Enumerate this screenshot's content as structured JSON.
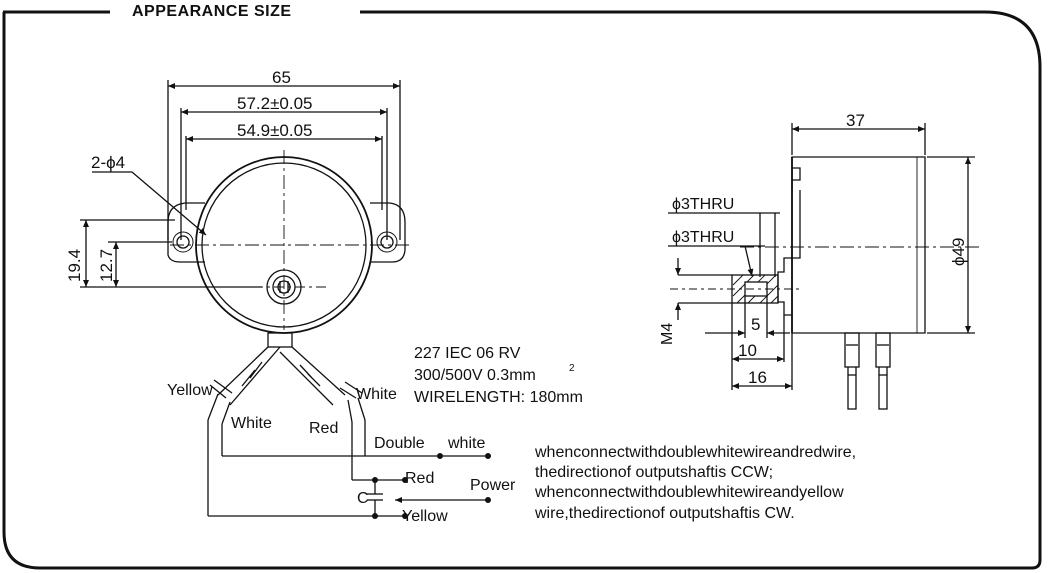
{
  "section_title": "APPEARANCE SIZE",
  "front_view": {
    "dim_overall_width": "65",
    "dim_hole_span": "57.2±0.05",
    "dim_body_span": "54.9±0.05",
    "dim_holes": "2-ϕ4",
    "dim_height_1": "19.4",
    "dim_height_2": "12.7"
  },
  "side_view": {
    "dim_depth": "37",
    "dim_diameter": "ϕ49",
    "dim_thru_1": "ϕ3THRU",
    "dim_thru_2": "ϕ3THRU",
    "dim_thread": "M4",
    "dim_5": "5",
    "dim_10": "10",
    "dim_16": "16"
  },
  "wire_spec": {
    "line1": "227 IEC 06 RV",
    "line2_main": "300/500V  0.3mm",
    "line2_sup": "2",
    "line3": "WIRELENGTH: 180mm"
  },
  "wiring": {
    "yellow_top": "Yellow",
    "white_left": "White",
    "white_right": "White",
    "red_top": "Red",
    "double": "Double",
    "white_double": "white",
    "red": "Red",
    "power": "Power",
    "cap": "C",
    "yellow": "Yellow"
  },
  "notes": {
    "line1": "whenconnectwithdoublewhitewireandredwire,",
    "line2": "thedirectionof outputshaftis CCW;",
    "line3": "whenconnectwithdoublewhitewireandyellow",
    "line4": "wire,thedirectionof outputshaftis CW."
  }
}
